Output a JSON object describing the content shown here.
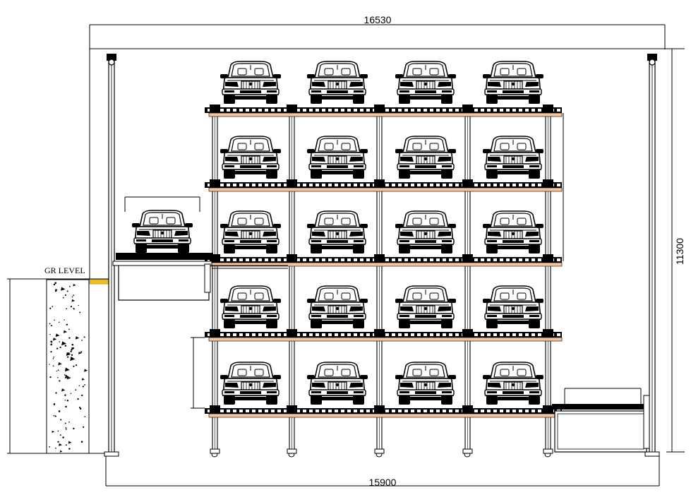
{
  "drawing": {
    "dimensions": {
      "top_width": "16530",
      "bottom_width": "15900",
      "right_height": "11300"
    },
    "ground_label": "GR LEVEL",
    "rack": {
      "levels": 5,
      "columns": 4,
      "total_cars_in_rack": 20
    },
    "lift_platforms": [
      {
        "side": "left",
        "cars": 1
      },
      {
        "side": "right-bottom",
        "cars": 0
      }
    ],
    "colors": {
      "line": "#000000",
      "beam": "#f2c6a0",
      "gr_marker": "#f0c020",
      "background": "#ffffff"
    }
  }
}
